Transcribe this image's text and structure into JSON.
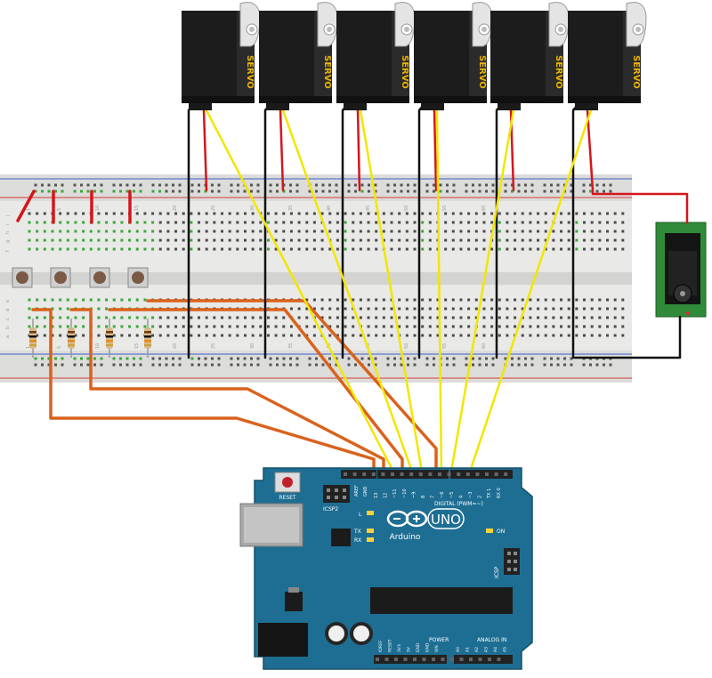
{
  "servos": {
    "label": "SERVO",
    "count": 6
  },
  "arduino": {
    "reset_label": "RESET",
    "icsp2_label": "ICSP2",
    "icsp_label": "ICSP",
    "aref_label": "AREF",
    "gnd_label": "GND",
    "digital_label": "DIGITAL (PWM=~)",
    "pin_labels": [
      "13",
      "12",
      "~11",
      "~10",
      "~9",
      "8",
      "7",
      "~6",
      "~5",
      "4",
      "~3",
      "2",
      "TX 1",
      "RX 0"
    ],
    "l_label": "L",
    "tx_label": "TX",
    "rx_label": "RX",
    "brand": "Arduino",
    "model": "UNO",
    "on_label": "ON",
    "power_label": "POWER",
    "analog_label": "ANALOG IN",
    "power_pins": [
      "IOREF",
      "RESET",
      "3V3",
      "5V",
      "GND",
      "GND",
      "VIN"
    ],
    "analog_pins": [
      "A0",
      "A1",
      "A2",
      "A3",
      "A4",
      "A5"
    ]
  },
  "breadboard": {
    "column_numbers": [
      "1",
      "5",
      "10",
      "15",
      "20",
      "25",
      "30",
      "35",
      "40",
      "45",
      "50",
      "55",
      "60"
    ],
    "row_letters_top": [
      "j",
      "i",
      "h",
      "g",
      "f"
    ],
    "row_letters_bottom": [
      "e",
      "d",
      "c",
      "b",
      "a"
    ]
  },
  "colors": {
    "servo_body": "#1c1c1c",
    "servo_label": "#e8b400",
    "wire_signal": "#f2e600",
    "wire_power": "#d4161c",
    "wire_ground": "#111111",
    "wire_button": "#d9621c",
    "board": "#1e6e93",
    "breadboard": "#e9e9e7",
    "jack_pcb": "#2f8a3a"
  }
}
